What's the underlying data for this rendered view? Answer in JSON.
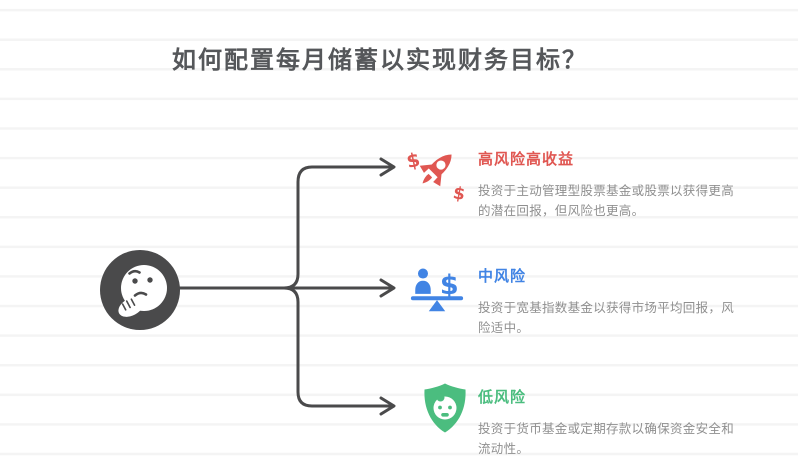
{
  "canvas": {
    "background": "#ffffff",
    "ruled_line_color": "#f4f4f4"
  },
  "title": {
    "text": "如何配置每月储蓄以实现财务目标？",
    "color": "#55575a"
  },
  "center_node": {
    "icon": "thinking-face-icon",
    "background_color": "#4a4a4b"
  },
  "connectors": {
    "color": "#4a4a4b"
  },
  "branches": [
    {
      "id": "high-risk",
      "icon": "rocket-dollar-icon",
      "accent_color": "#e05752",
      "title": "高风险高收益",
      "description_lines": [
        "投资于主动管理型股票基金或股票以获得更高",
        "的潜在回报，但风险也更高。"
      ]
    },
    {
      "id": "medium-risk",
      "icon": "balance-scale-dollar-icon",
      "accent_color": "#4184e4",
      "title": "中风险",
      "description_lines": [
        "投资于宽基指数基金以获得市场平均回报，风",
        "险适中。"
      ]
    },
    {
      "id": "low-risk",
      "icon": "shield-baby-icon",
      "accent_color": "#4bbd7f",
      "title": "低风险",
      "description_lines": [
        "投资于货币基金或定期存款以确保资金安全和",
        "流动性。"
      ]
    }
  ]
}
